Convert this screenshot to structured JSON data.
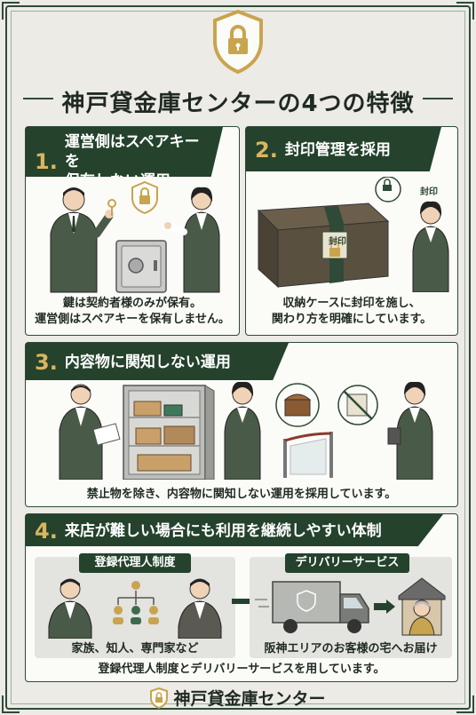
{
  "header": {
    "title": "神戸貸金庫センターの4つの特徴",
    "logo_icon": "shield-lock-icon"
  },
  "features": [
    {
      "number": "1.",
      "heading_line1": "運営側はスペアキーを",
      "heading_line2": "保有しない運用",
      "caption_line1": "鍵は契約者様のみが保有。",
      "caption_line2": "運営側はスペアキーを保有しません。"
    },
    {
      "number": "2.",
      "heading": "封印管理を採用",
      "seal_label": "封印",
      "box_label": "封印",
      "caption_line1": "収納ケースに封印を施し、",
      "caption_line2": "関わり方を明確にしています。"
    },
    {
      "number": "3.",
      "heading": "内容物に関知しない運用",
      "caption": "禁止物を除き、内容物に関知しない運用を採用しています。"
    },
    {
      "number": "4.",
      "heading": "来店が難しい場合にも利用を継続しやすい体制",
      "agent_label": "登録代理人制度",
      "agent_caption": "家族、知人、専門家など",
      "delivery_label": "デリバリーサービス",
      "delivery_caption": "阪神エリアのお客様の宅へお届け",
      "caption": "登録代理人制度とデリバリーサービスを用しています。"
    }
  ],
  "footer": {
    "brand": "神戸貸金庫センター"
  },
  "colors": {
    "dark_green": "#24422c",
    "gold": "#d9b65e",
    "background": "#ecebe6"
  }
}
